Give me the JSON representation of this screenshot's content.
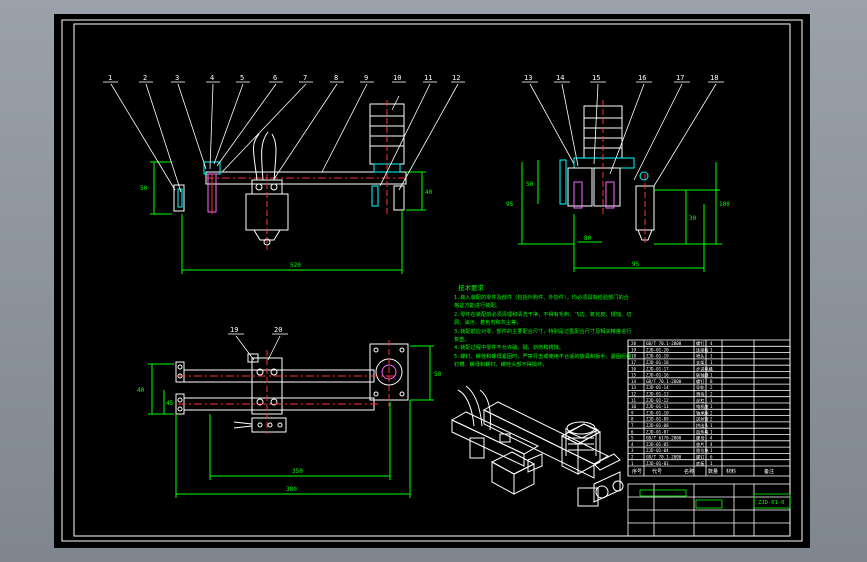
{
  "colors": {
    "background": "#000000",
    "frame": "#ffffff",
    "part": "#ffffff",
    "dimension": "#00ff00",
    "centerline": "#ff3030",
    "balloon": "#ffffff",
    "viewport": "#8f96a0"
  },
  "balloons": [
    "1",
    "2",
    "3",
    "4",
    "5",
    "6",
    "7",
    "8",
    "9",
    "10",
    "11",
    "12",
    "13",
    "14",
    "15",
    "16",
    "17",
    "18",
    "19",
    "20"
  ],
  "dimensions": {
    "front_width": "520",
    "front_height_left": "50",
    "front_height_right": "40",
    "side_width": "95",
    "side_height_1": "95",
    "side_height_2": "50",
    "side_total": "100",
    "side_bottom": "80",
    "side_small": "30",
    "plan_inner": "350",
    "plan_outer": "380",
    "plan_left_1": "40",
    "plan_left_2": "45",
    "plan_right": "50"
  },
  "notes": {
    "title": "技术要求",
    "lines": [
      "1.装入装配的零件及部件（包括外购件、外协件），均必须具有检验部门的合格证方能进行装配。",
      "2.零件在装配前必须清理和清洗干净，不得有毛刺、飞边、氧化皮、锈蚀、切屑、油污、着色剂和灰尘等。",
      "3.装配前应对零、部件的主要配合尺寸，特别是过盈配合尺寸及相关精度进行复查。",
      "4.装配过程中零件不允许磕、碰、划伤和锈蚀。",
      "5.螺钉、螺栓和螺母紧固时，严禁打击或使用不合适的旋具和扳手。紧固后螺钉槽、螺母和螺钉、螺栓头部不得损坏。"
    ]
  },
  "bom": {
    "rows": [
      {
        "no": "20",
        "code": "GB/T 70.1-2000",
        "name": "螺钉",
        "qty": "4"
      },
      {
        "no": "19",
        "code": "ZJD-01-20",
        "name": "连接板",
        "qty": "1"
      },
      {
        "no": "18",
        "code": "ZJD-01-19",
        "name": "喷头",
        "qty": "1"
      },
      {
        "no": "17",
        "code": "ZJD-01-18",
        "name": "支架",
        "qty": "1"
      },
      {
        "no": "16",
        "code": "ZJD-01-17",
        "name": "步进电机",
        "qty": "1"
      },
      {
        "no": "15",
        "code": "ZJD-01-16",
        "name": "联轴器",
        "qty": "1"
      },
      {
        "no": "14",
        "code": "GB/T 70.1-2000",
        "name": "螺钉",
        "qty": "8"
      },
      {
        "no": "13",
        "code": "ZJD-01-14",
        "name": "导轨",
        "qty": "2"
      },
      {
        "no": "12",
        "code": "ZJD-01-13",
        "name": "滑块",
        "qty": "2"
      },
      {
        "no": "11",
        "code": "ZJD-01-12",
        "name": "丝杠",
        "qty": "1"
      },
      {
        "no": "10",
        "code": "ZJD-01-11",
        "name": "电机座",
        "qty": "1"
      },
      {
        "no": "9",
        "code": "ZJD-01-10",
        "name": "轴承座",
        "qty": "2"
      },
      {
        "no": "8",
        "code": "ZJD-01-09",
        "name": "送丝管",
        "qty": "2"
      },
      {
        "no": "7",
        "code": "ZJD-01-08",
        "name": "挤出头",
        "qty": "1"
      },
      {
        "no": "6",
        "code": "ZJD-01-07",
        "name": "加热块",
        "qty": "1"
      },
      {
        "no": "5",
        "code": "GB/T 6170-2000",
        "name": "螺母",
        "qty": "4"
      },
      {
        "no": "4",
        "code": "ZJD-01-05",
        "name": "垫片",
        "qty": "4"
      },
      {
        "no": "3",
        "code": "ZJD-01-04",
        "name": "限位块",
        "qty": "1"
      },
      {
        "no": "2",
        "code": "GB/T 70.1-2000",
        "name": "螺钉",
        "qty": "6"
      },
      {
        "no": "1",
        "code": "ZJD-01-01",
        "name": "底板",
        "qty": "1"
      }
    ],
    "header": {
      "no": "序号",
      "code": "代号",
      "name": "名称",
      "qty": "数量",
      "material": "材料",
      "note": "备注"
    },
    "drawing_code": "ZJD-01-0"
  }
}
